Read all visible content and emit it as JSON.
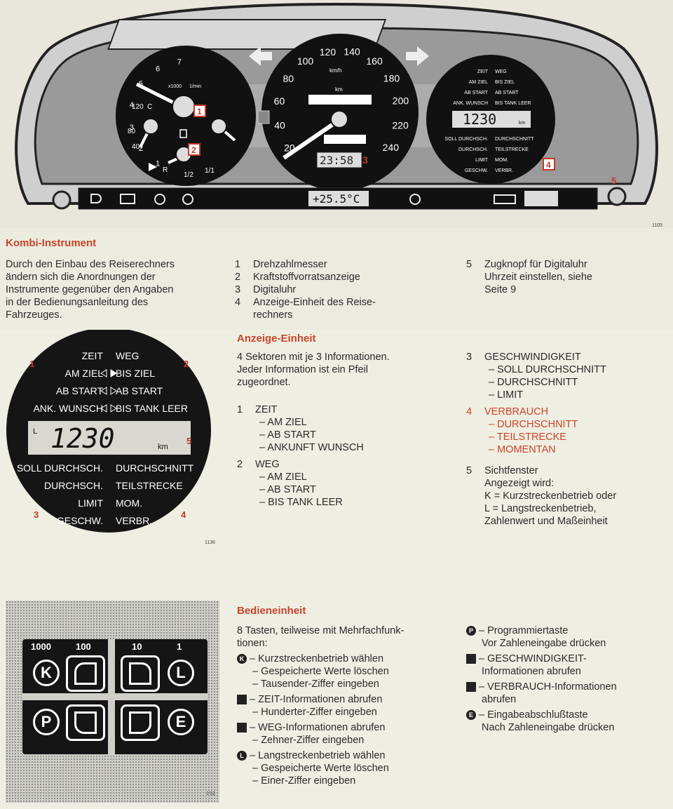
{
  "figures": {
    "instrument_fig_no": "1105",
    "display_fig_no": "1136",
    "keypad_fig_no": "1'02"
  },
  "instrument": {
    "tacho_ticks": [
      "1",
      "2",
      "3",
      "4",
      "5",
      "6",
      "7"
    ],
    "tacho_unit": "x1000",
    "tacho_unit2": "1/min",
    "temp_labels": [
      "120",
      "80",
      "40"
    ],
    "temp_unit": "C",
    "fuel_labels": [
      "R",
      "1/2",
      "1/1"
    ],
    "speed_ticks": [
      "20",
      "40",
      "60",
      "80",
      "100",
      "120",
      "140",
      "160",
      "180",
      "200",
      "220",
      "240"
    ],
    "speed_unit": "km/h",
    "odo_unit": "km",
    "clock": "23:58",
    "outside_temp": "+25.5°C",
    "computer": {
      "rows_top": [
        [
          "ZEIT",
          "WEG"
        ],
        [
          "AM ZIEL",
          "BIS ZIEL"
        ],
        [
          "AB START",
          "AB START"
        ],
        [
          "ANK. WUNSCH",
          "BIS TANK LEER"
        ]
      ],
      "display_value": "1230",
      "display_unit": "km",
      "rows_bottom": [
        [
          "SOLL DURCHSCH.",
          "DURCHSCHNITT"
        ],
        [
          "DURCHSCH.",
          "TEILSTRECKE"
        ],
        [
          "LIMIT",
          "MOM."
        ],
        [
          "GESCHW.",
          "VERBR."
        ]
      ]
    },
    "callouts": [
      "1",
      "2",
      "3",
      "4",
      "5"
    ]
  },
  "kombi": {
    "title": "Kombi-Instrument",
    "intro": [
      "Durch den Einbau des Reiserechners",
      "ändern sich die Anordnungen der",
      "Instrumente gegenüber den Angaben",
      "in der Bedienungsanleitung des",
      "Fahrzeuges."
    ],
    "items": [
      {
        "n": "1",
        "lines": [
          "Drehzahlmesser"
        ]
      },
      {
        "n": "2",
        "lines": [
          "Kraftstoffvorratsanzeige"
        ]
      },
      {
        "n": "3",
        "lines": [
          "Digitaluhr"
        ]
      },
      {
        "n": "4",
        "lines": [
          "Anzeige-Einheit des Reise-",
          "rechners"
        ]
      }
    ],
    "item5": {
      "n": "5",
      "lines": [
        "Zugknopf für Digitaluhr",
        "Uhrzeit einstellen, siehe",
        "Seite 9"
      ]
    }
  },
  "display_unit_figure": {
    "rows_top": [
      [
        "ZEIT",
        "WEG"
      ],
      [
        "AM ZIEL",
        "BIS ZIEL"
      ],
      [
        "AB START",
        "AB START"
      ],
      [
        "ANK. WUNSCH",
        "BIS TANK LEER"
      ]
    ],
    "prefix": "L",
    "value": "1230",
    "unit": "km",
    "rows_bottom": [
      [
        "SOLL DURCHSCH.",
        "DURCHSCHNITT"
      ],
      [
        "DURCHSCH.",
        "TEILSTRECKE"
      ],
      [
        "LIMIT",
        "MOM."
      ],
      [
        "GESCHW.",
        "VERBR."
      ]
    ],
    "callouts": [
      "1",
      "2",
      "3",
      "4",
      "5"
    ]
  },
  "anzeige": {
    "title": "Anzeige-Einheit",
    "intro": [
      "4 Sektoren mit je 3 Informationen.",
      "Jeder Information ist ein Pfeil",
      "zugeordnet."
    ],
    "groups": [
      {
        "n": "1",
        "label": "ZEIT",
        "subs": [
          "– AM ZIEL",
          "– AB START",
          "– ANKUNFT WUNSCH"
        ],
        "red": false
      },
      {
        "n": "2",
        "label": "WEG",
        "subs": [
          "– AM ZIEL",
          "– AB START",
          "– BIS TANK LEER"
        ],
        "red": false
      }
    ],
    "groups_right": [
      {
        "n": "3",
        "label": "GESCHWINDIGKEIT",
        "subs": [
          "– SOLL DURCHSCHNITT",
          "– DURCHSCHNITT",
          "– LIMIT"
        ],
        "red": false
      },
      {
        "n": "4",
        "label": "VERBRAUCH",
        "subs": [
          "– DURCHSCHNITT",
          "– TEILSTRECKE",
          "– MOMENTAN"
        ],
        "red": true
      }
    ],
    "item5": {
      "n": "5",
      "lines": [
        "Sichtfenster",
        "Angezeigt wird:",
        "K = Kurzstreckenbetrieb oder",
        "L = Langstreckenbetrieb,",
        "Zahlenwert und Maßeinheit"
      ]
    }
  },
  "keypad": {
    "labels": [
      "1000",
      "100",
      "10",
      "1"
    ],
    "keys_top": [
      "K",
      "L"
    ],
    "keys_bottom": [
      "P",
      "E"
    ]
  },
  "bedien": {
    "title": "Bedieneinheit",
    "intro": [
      "8 Tasten, teilweise mit Mehrfachfunk-",
      "tionen:"
    ],
    "items_left": [
      {
        "icon": "K",
        "lines": [
          "– Kurzstreckenbetrieb wählen",
          "– Gespeicherte Werte löschen",
          "– Tausender-Ziffer eingeben"
        ]
      },
      {
        "icon": "zeit",
        "lines": [
          "– ZEIT-Informationen abrufen",
          "– Hunderter-Ziffer eingeben"
        ]
      },
      {
        "icon": "weg",
        "lines": [
          "– WEG-Informationen abrufen",
          "– Zehner-Ziffer eingeben"
        ]
      },
      {
        "icon": "L",
        "lines": [
          "– Langstreckenbetrieb wählen",
          "– Gespeicherte Werte löschen",
          "– Einer-Ziffer eingeben"
        ]
      }
    ],
    "items_right": [
      {
        "icon": "P",
        "lines": [
          "– Programmiertaste",
          "Vor Zahleneingabe drücken"
        ]
      },
      {
        "icon": "geschw",
        "lines": [
          "– GESCHWINDIGKEIT-",
          "Informationen abrufen"
        ]
      },
      {
        "icon": "verbr",
        "lines": [
          "– VERBRAUCH-Informationen",
          "abrufen"
        ]
      },
      {
        "icon": "E",
        "lines": [
          "– Eingabeabschlußtaste",
          "Nach Zahleneingabe drücken"
        ]
      }
    ]
  }
}
